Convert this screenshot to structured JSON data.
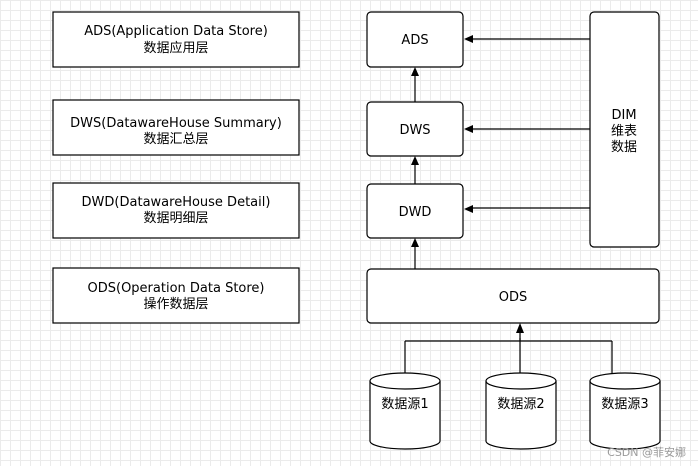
{
  "layers": {
    "ads": {
      "line1": "ADS(Application Data  Store)",
      "line2": "数据应用层"
    },
    "dws": {
      "line1": "DWS(DatawareHouse Summary)",
      "line2": "数据汇总层"
    },
    "dwd": {
      "line1": "DWD(DatawareHouse Detail)",
      "line2": "数据明细层"
    },
    "ods": {
      "line1": "ODS(Operation Data Store)",
      "line2": "操作数据层"
    }
  },
  "flow": {
    "ads": "ADS",
    "dws": "DWS",
    "dwd": "DWD",
    "ods": "ODS"
  },
  "dim": {
    "line1": "DIM",
    "line2": "维表",
    "line3": "数据"
  },
  "sources": [
    "数据源1",
    "数据源2",
    "数据源3"
  ],
  "watermark": "CSDN @菲安娜"
}
